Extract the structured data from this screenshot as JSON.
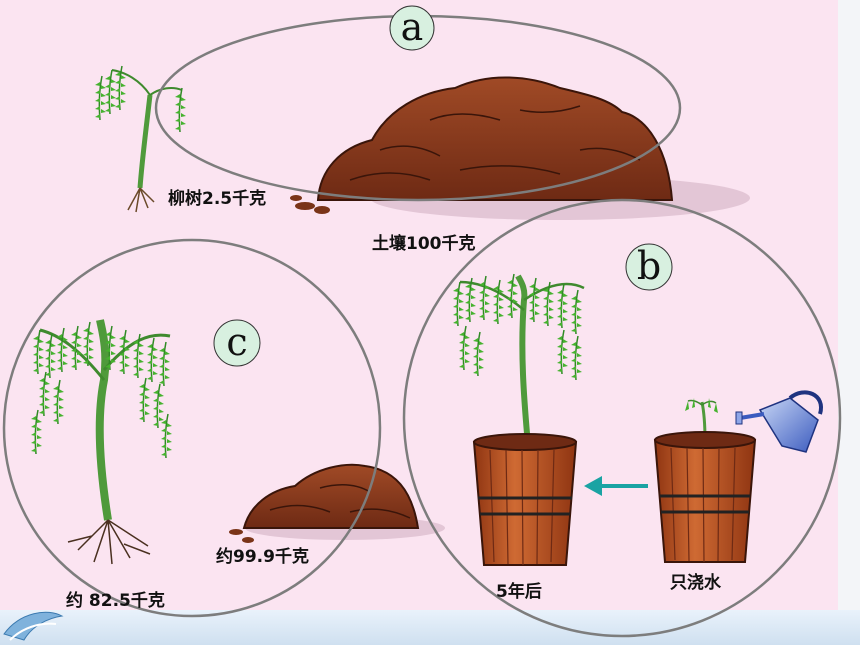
{
  "markers": {
    "a": "a",
    "b": "b",
    "c": "c"
  },
  "labels": {
    "willow_initial": "柳树2.5千克",
    "soil_initial": "土壤100千克",
    "willow_final": "约 82.5千克",
    "soil_final": "约99.9千克",
    "after_years": "5年后",
    "water_only": "只浇水"
  },
  "colors": {
    "background": "#fbe4f1",
    "soil": "#8a3a1e",
    "leaf": "#3faa2a",
    "pot": "#b84c1e",
    "arrow": "#1aa3a3",
    "circle": "#7d7d7d"
  },
  "icons": [
    "watering-can-icon",
    "arrow-left-icon"
  ]
}
